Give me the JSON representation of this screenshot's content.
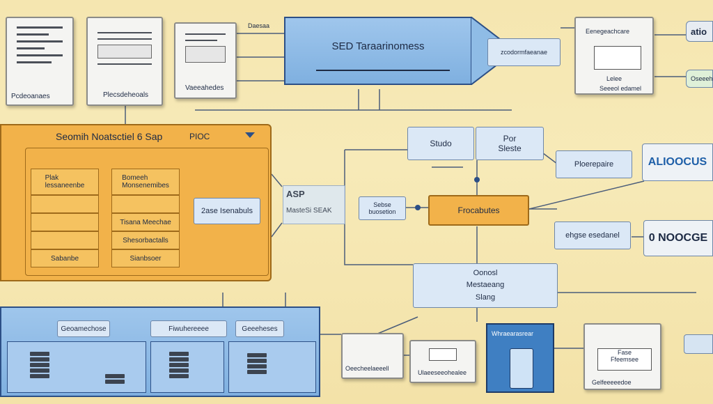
{
  "top_docs": [
    {
      "label": "Pcdeoanaes"
    },
    {
      "label": "Plecsdeheoals"
    },
    {
      "label": "Vaeeahedes"
    }
  ],
  "top_arrow_label": "Daesaa",
  "main_process": {
    "title": "SED Taraarinomess"
  },
  "right_top": {
    "label1": "zcodormfaeanae",
    "panel_title": "Eenegeachcare",
    "panel_btn": "Lelee",
    "panel_foot": "Seeeol edamel"
  },
  "right_tabs": [
    "atio",
    "Oseeehe"
  ],
  "orange_panel": {
    "title": "Seomih Noatsctiel 6 Sap",
    "title_tag": "PIOC",
    "left_col": [
      "Plak\nlessaneenbe",
      "",
      "",
      "",
      "Sabanbe"
    ],
    "right_col": [
      "Bomeeh\nMonsenemibes",
      "",
      "Tisana Meechae",
      "Shesorbactalls",
      "Sianbsoer"
    ],
    "side_label": "2ase Isenabuls"
  },
  "mid_labels": {
    "asp": "ASP",
    "asp2": "MasteSi SEAK",
    "sub": "Sebse\nbuosetion"
  },
  "mid_boxes": {
    "studo": "Studo",
    "por": "Por\nSleste",
    "orange": "Frocabutes",
    "footer_label": "Oonosl\nMestaeang\nSlang"
  },
  "right_boxes": [
    {
      "label": "Ploerepaire",
      "tag": "ALIOOCUS"
    },
    {
      "label": "ehgse esedanel",
      "tag": "0 NOOCGE"
    }
  ],
  "bottom_blue": {
    "labels": [
      "Geoamechose",
      "Fiwuhereeee",
      "Geeeheses"
    ]
  },
  "bottom_mid": {
    "label1": "Oeecheelaeeell",
    "label2": "Ulaeeseeohealee",
    "server_label": "Whraearasrear"
  },
  "bottom_right": {
    "panel_label": "Fase\nFfeemsee",
    "foot": "Gelfeeeeedoe"
  }
}
